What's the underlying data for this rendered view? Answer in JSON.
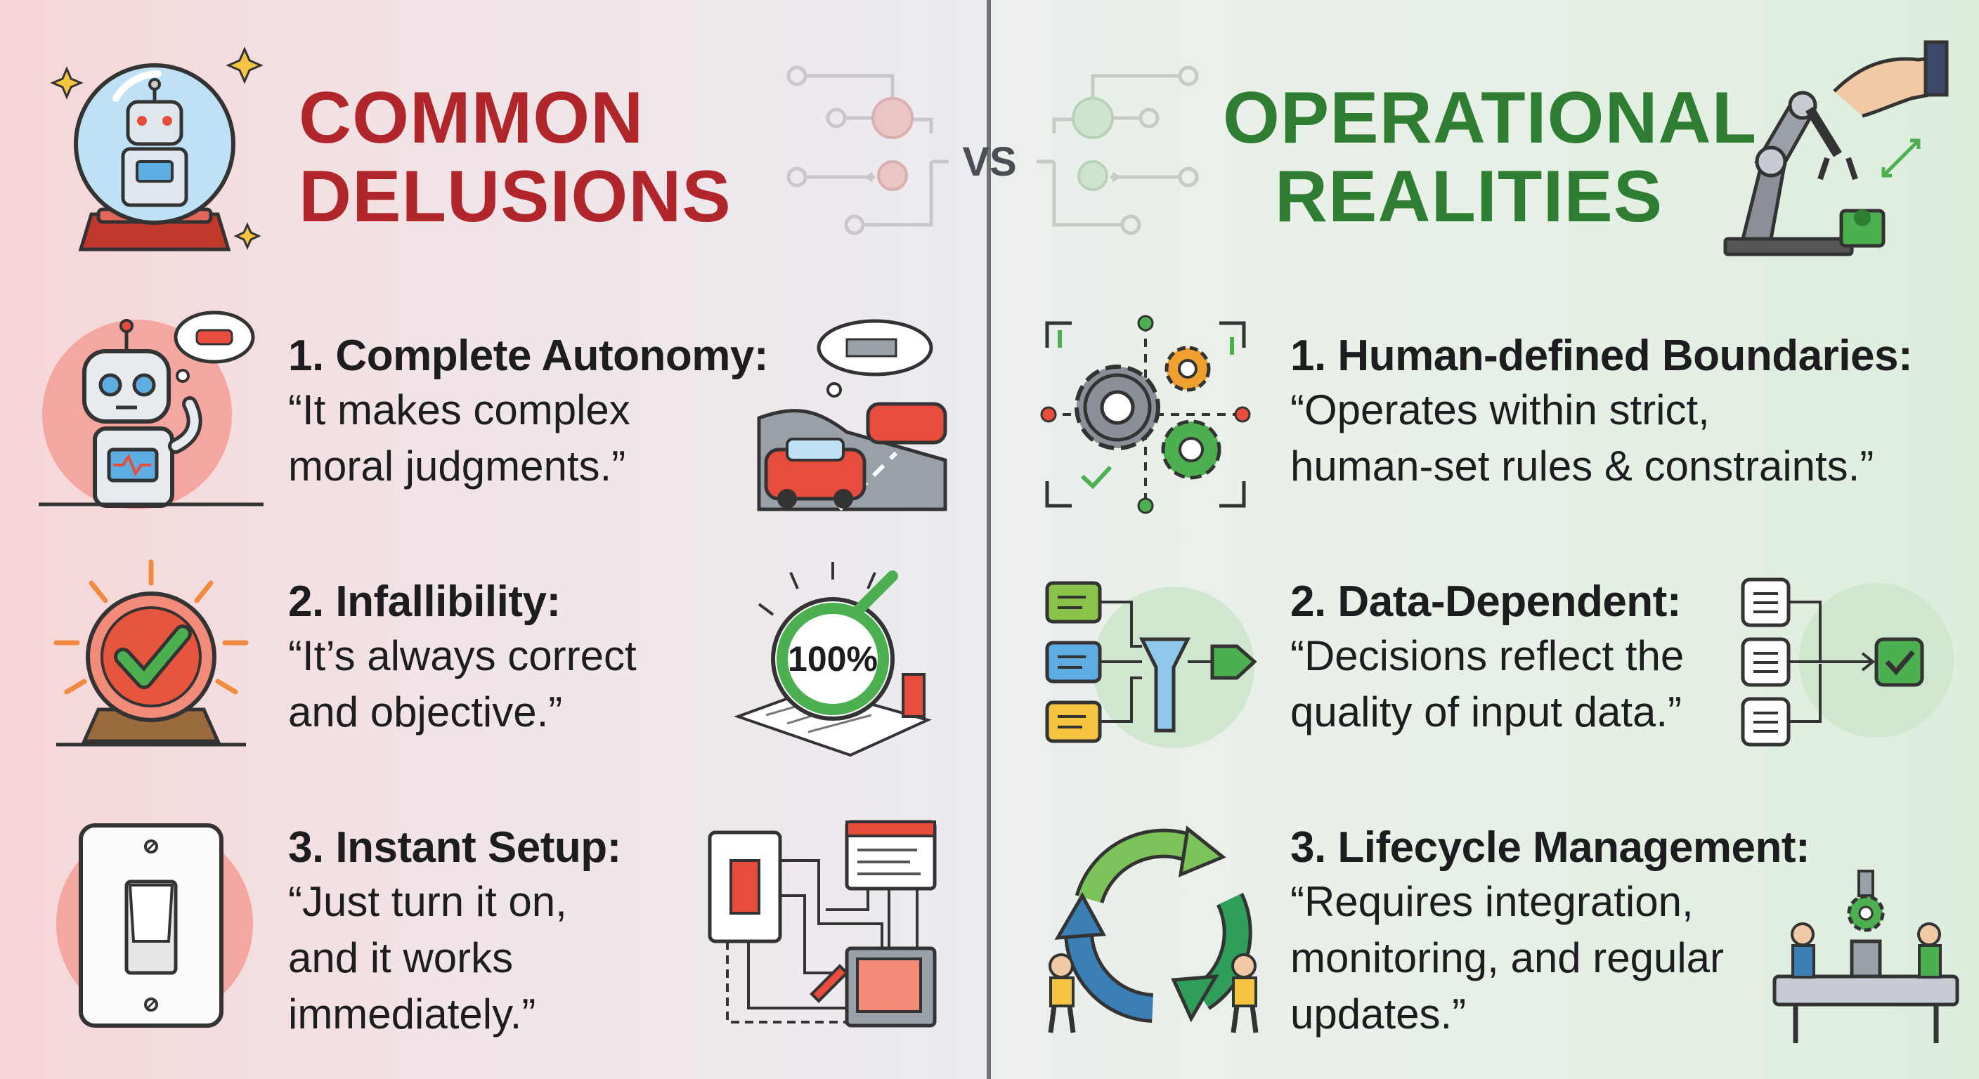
{
  "vs_label": "VS",
  "left": {
    "heading_line1": "COMMON",
    "heading_line2": "DELUSIONS",
    "items": [
      {
        "title": "1. Complete Autonomy:",
        "quote": "“It makes complex\nmoral judgments.”"
      },
      {
        "title": "2. Infallibility:",
        "quote": "“It’s always correct\nand objective.”"
      },
      {
        "title": "3. Instant Setup:",
        "quote": "“Just turn it on,\nand it works\nimmediately.”"
      }
    ],
    "gauge_label": "100%"
  },
  "right": {
    "heading_line1": "OPERATIONAL",
    "heading_line2": "REALITIES",
    "items": [
      {
        "title": "1. Human-defined Boundaries:",
        "quote": "“Operates within strict,\nhuman-set rules & constraints.”"
      },
      {
        "title": "2. Data-Dependent:",
        "quote": "“Decisions reflect the\nquality of input data.”"
      },
      {
        "title": "3. Lifecycle Management:",
        "quote": "“Requires integration,\nmonitoring, and regular\nupdates.”"
      }
    ]
  },
  "colors": {
    "delusion_red": "#b0262a",
    "reality_green": "#2e7d32",
    "divider": "#6e7275"
  }
}
